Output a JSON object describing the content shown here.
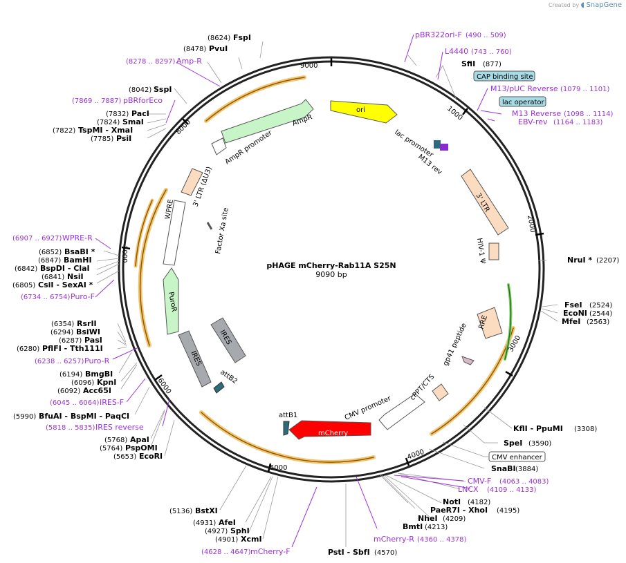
{
  "credit": {
    "prefix": "Created by",
    "brand": "SnapGene"
  },
  "plasmid": {
    "name": "pHAGE mCherry-Rab11A S25N",
    "size_label": "9090 bp"
  },
  "ticks": [
    "9000",
    "1000",
    "2000",
    "3000",
    "4000",
    "5000",
    "6000",
    "7000",
    "8000"
  ],
  "features": {
    "ori": "ori",
    "lac_promoter": "lac promoter",
    "m13_rev": "M13 rev",
    "ltr3": "3' LTR",
    "hiv_psi": "HIV-1 Ψ",
    "rre": "RRE",
    "gp41": "gp41 peptide",
    "cppt": "cPPT/CTS",
    "cmv_promoter": "CMV promoter",
    "mcherry": "mCherry",
    "attb1": "attB1",
    "attb2": "attB2",
    "ires_inner": "IRES",
    "ires_outer": "IRES",
    "puror": "PuroR",
    "wpre": "WPRE",
    "ltr_du3": "3' LTR (ΔU3)",
    "factor_xa": "Factor Xa site",
    "ampr_promoter": "AmpR promoter",
    "ampr": "AmpR"
  },
  "boxed": {
    "cap": "CAP binding site",
    "lac_op": "lac operator",
    "cmv_enh": "CMV enhancer"
  },
  "sites_right": [
    {
      "name": "SfiI",
      "pos": "(877)"
    },
    {
      "name": "NruI *",
      "pos": "(2207)"
    },
    {
      "name": "FseI",
      "pos": "(2524)"
    },
    {
      "name": "EcoNI",
      "pos": "(2544)"
    },
    {
      "name": "MfeI",
      "pos": "(2563)"
    },
    {
      "name": "KflI  - PpuMI",
      "pos": "(3308)"
    },
    {
      "name": "SpeI",
      "pos": "(3590)"
    },
    {
      "name": "SnaBI",
      "pos": "(3884)"
    },
    {
      "name": "NotI",
      "pos": "(4182)"
    },
    {
      "name": "PaeR7I  - XhoI",
      "pos": "(4195)"
    },
    {
      "name": "NheI",
      "pos": "(4209)"
    },
    {
      "name": "BmtI",
      "pos": "(4213)"
    },
    {
      "name": "PstI  - SbfI",
      "pos": "(4570)"
    }
  ],
  "sites_left": [
    {
      "name": "FspI",
      "pos": "(8624)"
    },
    {
      "name": "PvuI",
      "pos": "(8478)"
    },
    {
      "name": "SspI",
      "pos": "(8042)"
    },
    {
      "name": "PacI",
      "pos": "(7832)"
    },
    {
      "name": "SmaI",
      "pos": "(7824)"
    },
    {
      "name": "TspMI  - XmaI",
      "pos": "(7822)"
    },
    {
      "name": "PsiI",
      "pos": "(7785)"
    },
    {
      "name": "BsaBI *",
      "pos": "(6852)"
    },
    {
      "name": "BamHI",
      "pos": "(6847)"
    },
    {
      "name": "BspDI  - ClaI",
      "pos": "(6842)"
    },
    {
      "name": "NsiI",
      "pos": "(6841)"
    },
    {
      "name": "CsiI  - SexAI *",
      "pos": "(6805)"
    },
    {
      "name": "RsrII",
      "pos": "(6354)"
    },
    {
      "name": "BsiWI",
      "pos": "(6294)"
    },
    {
      "name": "PasI",
      "pos": "(6287)"
    },
    {
      "name": "PflFI  - Tth111I",
      "pos": "(6280)"
    },
    {
      "name": "BmgBI",
      "pos": "(6194)"
    },
    {
      "name": "KpnI",
      "pos": "(6096)"
    },
    {
      "name": "Acc65I",
      "pos": "(6092)"
    },
    {
      "name": "BfuAI  - BspMI  - PaqCI",
      "pos": "(5990)"
    },
    {
      "name": "ApaI",
      "pos": "(5768)"
    },
    {
      "name": "PspOMI",
      "pos": "(5764)"
    },
    {
      "name": "EcoRI",
      "pos": "(5653)"
    },
    {
      "name": "BstXI",
      "pos": "(5136)"
    },
    {
      "name": "AfeI",
      "pos": "(4931)"
    },
    {
      "name": "SphI",
      "pos": "(4927)"
    },
    {
      "name": "XcmI",
      "pos": "(4901)"
    }
  ],
  "primers": [
    {
      "name": "pBR322ori-F",
      "range": "(490 .. 509)"
    },
    {
      "name": "L4440",
      "range": "(743 .. 760)"
    },
    {
      "name": "M13/pUC Reverse",
      "range": "(1079 .. 1101)"
    },
    {
      "name": "M13 Reverse",
      "range": "(1098 .. 1114)"
    },
    {
      "name": "EBV-rev",
      "range": "(1164 .. 1183)"
    },
    {
      "name": "CMV-F",
      "range": "(4063 .. 4083)"
    },
    {
      "name": "LNCX",
      "range": "(4109 .. 4133)"
    },
    {
      "name": "mCherry-R",
      "range": "(4360 .. 4378)"
    },
    {
      "name": "mCherry-F",
      "range": "(4628 .. 4647)"
    },
    {
      "name": "IRES reverse",
      "range": "(5818 .. 5835)"
    },
    {
      "name": "IRES-F",
      "range": "(6045 .. 6064)"
    },
    {
      "name": "Puro-R",
      "range": "(6238 .. 6257)"
    },
    {
      "name": "Puro-F",
      "range": "(6734 .. 6754)"
    },
    {
      "name": "WPRE-R",
      "range": "(6907 .. 6927)"
    },
    {
      "name": "pBRforEco",
      "range": "(7869 .. 7887)"
    },
    {
      "name": "Amp-R",
      "range": "(8278 .. 8297)"
    }
  ],
  "colors": {
    "backbone": "#222222",
    "primer": "#9b30d9",
    "ori": "#ffff00",
    "mcherry": "#ff0000",
    "ltr": "#fbdcc0",
    "promoter_green": "#c8f5c8",
    "ires": "#a6a9ad",
    "cap_box": "#a8dbe6",
    "orf_orange": "#f3c472",
    "orf_brown": "#8a5a00"
  }
}
